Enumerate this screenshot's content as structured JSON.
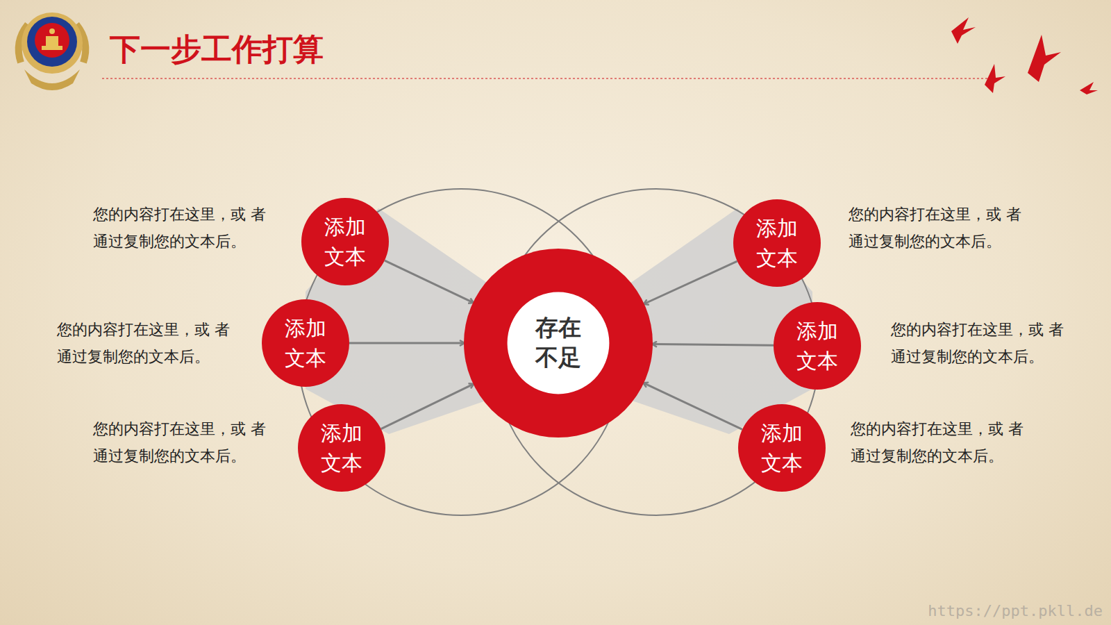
{
  "diagram": {
    "title": "下一步工作打算",
    "nodes": [
      {
        "text": [
          "存在 不足"
        ]
      },
      {
        "text": [
          "添加 文本"
        ]
      },
      {
        "text": [
          "添加 文本"
        ]
      },
      {
        "text": [
          "添加 文本"
        ]
      },
      {
        "text": [
          "添加 文本"
        ]
      },
      {
        "text": [
          "添加 文本"
        ]
      },
      {
        "text": [
          "添加 文本"
        ]
      }
    ],
    "edges": [
      {
        "from": 1,
        "to": 0,
        "arrow": "to"
      },
      {
        "from": 2,
        "to": 0,
        "arrow": "to"
      },
      {
        "from": 3,
        "to": 0,
        "arrow": "to"
      },
      {
        "from": 4,
        "to": 0,
        "arrow": "to"
      },
      {
        "from": 5,
        "to": 0,
        "arrow": "to"
      },
      {
        "from": 6,
        "to": 0,
        "arrow": "to"
      }
    ],
    "labels": [
      "您的内容打在这里，或 者通过复制您的文本后。",
      "您的内容打在这里，或 者通过复制您的文本后。",
      "您的内容打在这里，或 者通过复制您的文本后。",
      "您的内容打在这里，或 者通过复制您的文本后。",
      "您的内容打在这里，或 者通过复制您的文本后。",
      "您的内容打在这里，或 者通过复制您的文本后。",
      "https://ppt.pkll.de"
    ]
  }
}
